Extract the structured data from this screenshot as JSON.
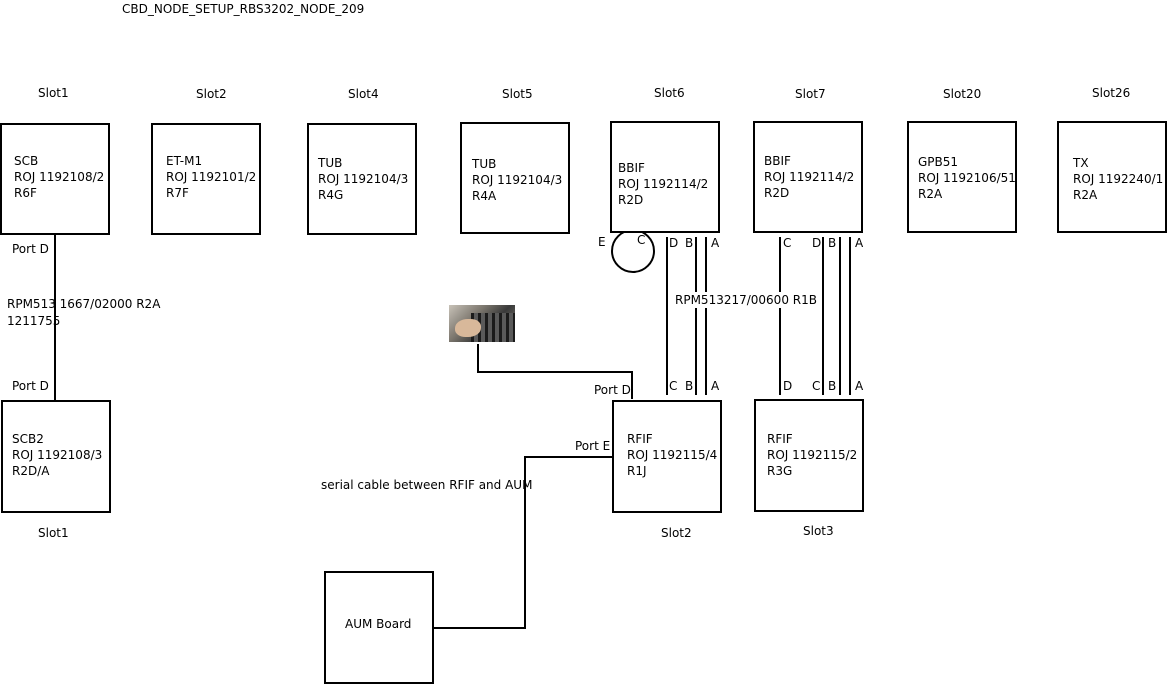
{
  "title": "CBD_NODE_SETUP_RBS3202_NODE_209",
  "slots_top": [
    "Slot1",
    "Slot2",
    "Slot4",
    "Slot5",
    "Slot6",
    "Slot7",
    "Slot20",
    "Slot26"
  ],
  "top_boards": [
    {
      "lines": [
        "SCB",
        "ROJ 1192108/2",
        "R6F"
      ]
    },
    {
      "lines": [
        "ET-M1",
        "ROJ 1192101/2",
        "R7F"
      ]
    },
    {
      "lines": [
        "TUB",
        "ROJ 1192104/3",
        "R4G"
      ]
    },
    {
      "lines": [
        "TUB",
        "ROJ 1192104/3",
        "R4A"
      ]
    },
    {
      "lines": [
        "BBIF",
        "ROJ 1192114/2",
        "R2D"
      ]
    },
    {
      "lines": [
        "BBIF",
        "ROJ 1192114/2",
        "R2D"
      ]
    },
    {
      "lines": [
        "GPB51",
        "ROJ 1192106/51",
        "R2A"
      ]
    },
    {
      "lines": [
        "TX",
        "ROJ 1192240/1",
        "R2A"
      ]
    }
  ],
  "bottom_boards": [
    {
      "lines": [
        "SCB2",
        "ROJ 1192108/3",
        "R2D/A"
      ],
      "slot": "Slot1"
    },
    {
      "lines": [
        "RFIF",
        "ROJ 1192115/4",
        "R1J"
      ],
      "slot": "Slot2"
    },
    {
      "lines": [
        "RFIF",
        "ROJ 1192115/2",
        "R3G"
      ],
      "slot": "Slot3"
    }
  ],
  "aum": {
    "label": "AUM Board"
  },
  "scb_link": {
    "port_top": "Port D",
    "port_bottom": "Port D",
    "cable": [
      "RPM513 1667/02000 R2A",
      "1211755"
    ]
  },
  "bbif_link": {
    "cable": "RPM513217/00600 R1B",
    "slot6_ports_top": [
      "E",
      "C",
      "D",
      "B",
      "A"
    ],
    "slot7_ports_top": [
      "C",
      "D",
      "B",
      "A"
    ],
    "rfif1_ports": [
      "C",
      "B",
      "A"
    ],
    "rfif2_ports": [
      "D",
      "C",
      "B",
      "A"
    ]
  },
  "rfif_ports": {
    "port_d": "Port D",
    "port_e": "Port E"
  },
  "serial_cable": "serial cable between RFIF and AUM"
}
